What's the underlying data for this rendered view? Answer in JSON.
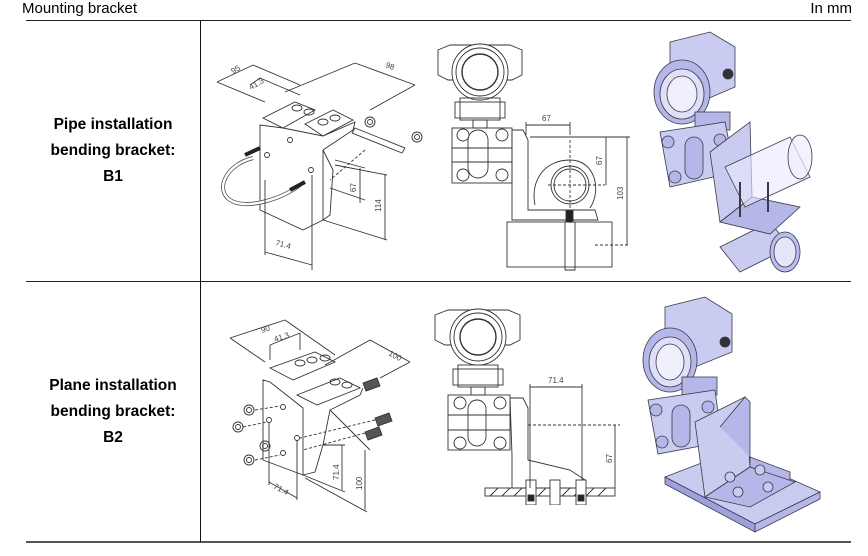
{
  "header": {
    "title": "Mounting bracket",
    "unit": "In mm"
  },
  "rows": [
    {
      "name": "pipe",
      "label_lines": [
        "Pipe installation",
        "bending bracket:",
        "B1"
      ],
      "bracket_dims": {
        "width": "95",
        "slot": "41.3",
        "length": "98",
        "height_inner": "67",
        "height_total": "114",
        "hole_spacing": "71.4"
      },
      "front_dims": {
        "horizontal": "67",
        "vertical_inner": "67",
        "vertical_total": "103"
      }
    },
    {
      "name": "plane",
      "label_lines": [
        "Plane installation",
        "bending bracket:",
        "B2"
      ],
      "bracket_dims": {
        "width": "90",
        "slot": "41.3",
        "length": "100",
        "height_inner": "71.4",
        "height_total": "100",
        "hole_spacing": "71.4"
      },
      "front_dims": {
        "horizontal": "71.4",
        "vertical": "67"
      }
    }
  ],
  "colors": {
    "line": "#222222",
    "render_fill": "#c9cbf0",
    "render_shade": "#9ea2dc",
    "render_edge": "#3a3a4a",
    "rule": "#222222"
  }
}
